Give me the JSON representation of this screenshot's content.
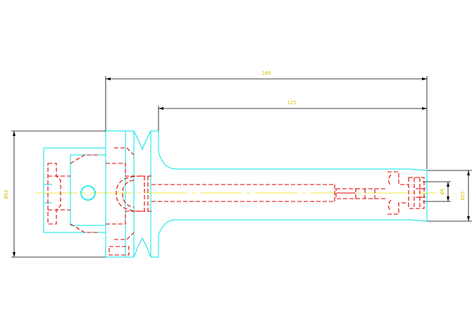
{
  "dimensions": {
    "overall_length": "160",
    "shank_length": "125",
    "flange_diameter": "Ø63",
    "nose_diameter": "Ø25",
    "bore_diameter": "Ø6"
  },
  "colors": {
    "outline": "#00e5e5",
    "hidden": "#e00000",
    "center": "#f0e000",
    "dimension": "#000000",
    "dimension_text": "#d4c400"
  }
}
